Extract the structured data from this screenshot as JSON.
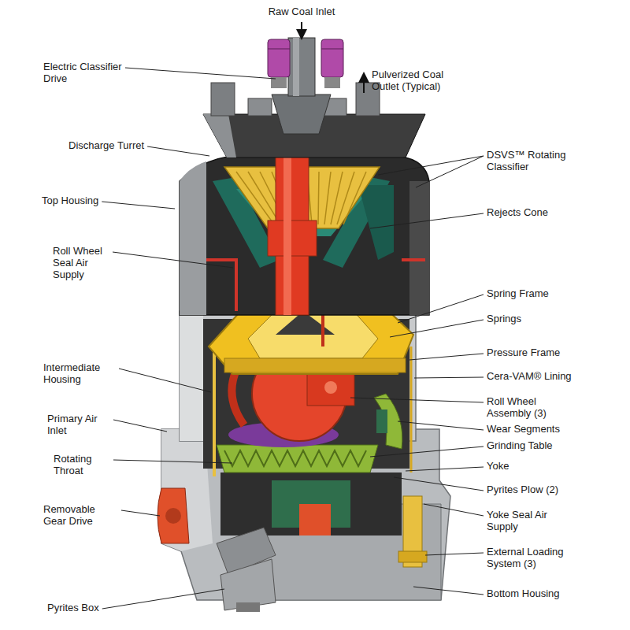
{
  "diagram": {
    "labels": [
      "Raw Coal Inlet",
      "Electric Classifier Drive",
      "Pulverized Coal Outlet (Typical)",
      "Discharge Turret",
      "DSVS™ Rotating Classifier",
      "Top Housing",
      "Rejects Cone",
      "Roll Wheel Seal Air Supply",
      "Spring Frame",
      "Springs",
      "Pressure Frame",
      "Intermediate Housing",
      "Cera-VAM® Lining",
      "Roll Wheel Assembly (3)",
      "Primary Air Inlet",
      "Wear Segments",
      "Grinding Table",
      "Rotating Throat",
      "Yoke",
      "Pyrites Plow (2)",
      "Removable Gear Drive",
      "Yoke Seal Air Supply",
      "External Loading System (3)",
      "Bottom Housing",
      "Pyrites Box"
    ]
  }
}
